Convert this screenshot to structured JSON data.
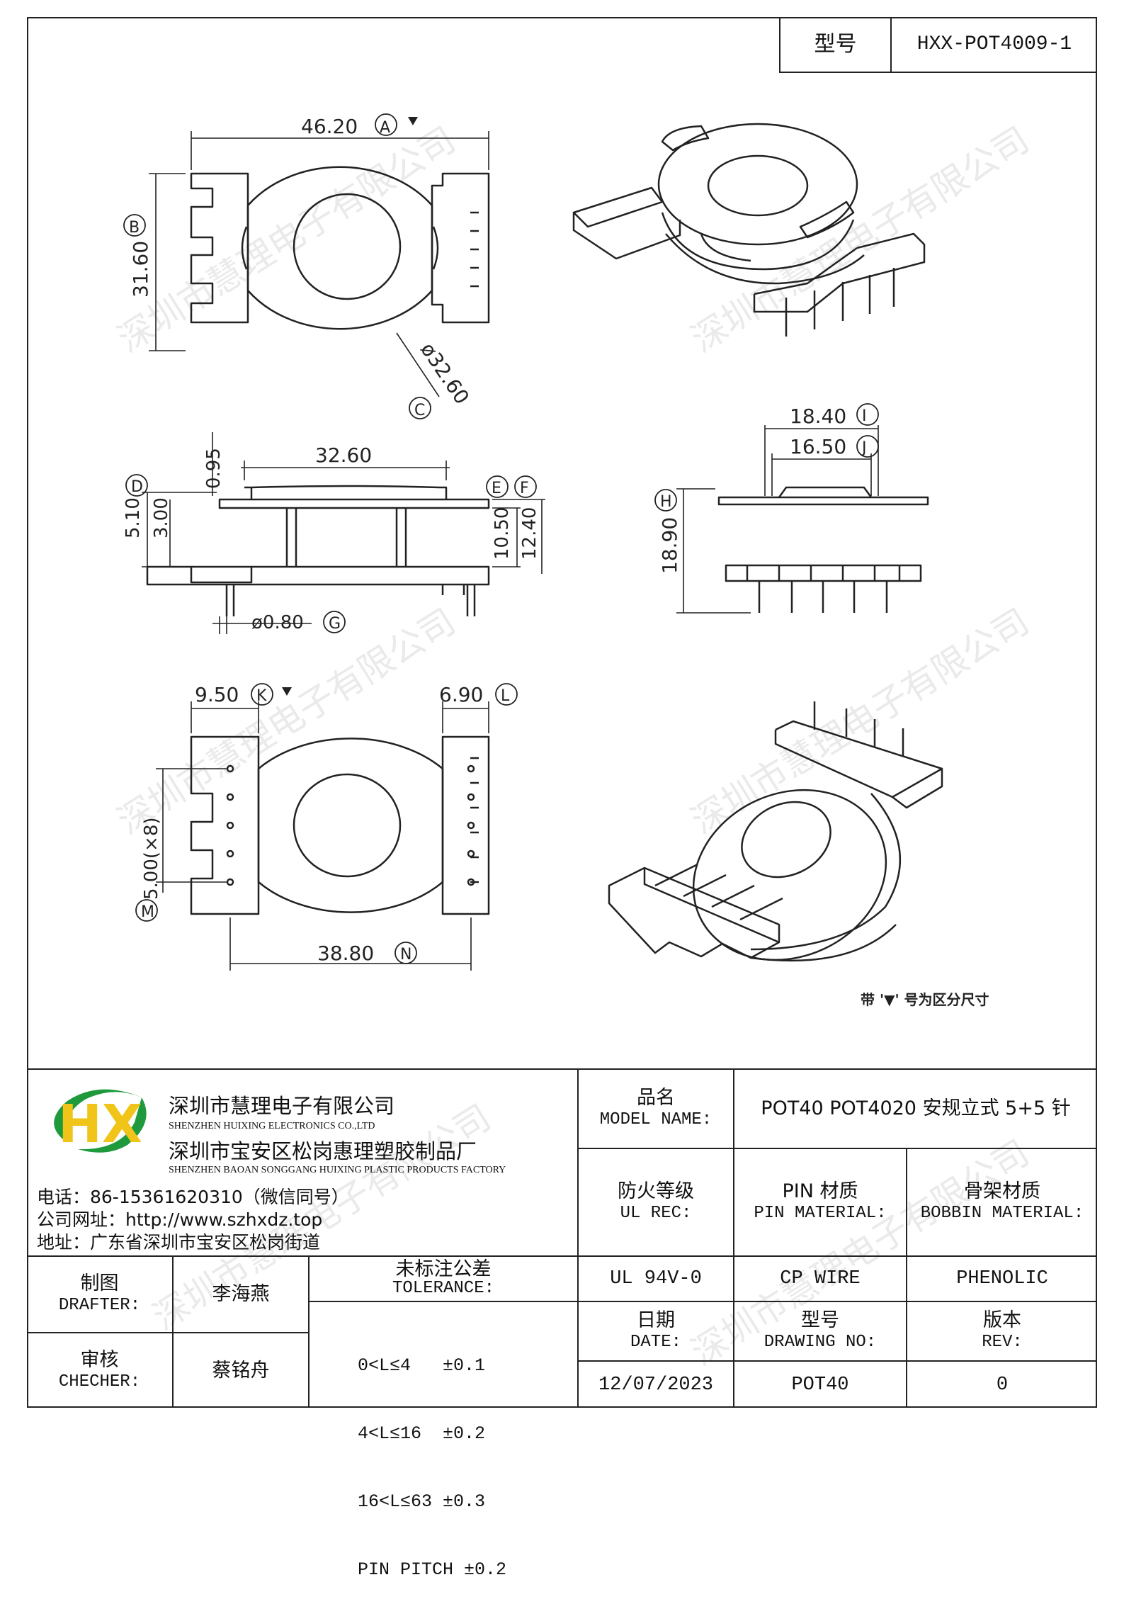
{
  "header": {
    "model_label": "型号",
    "model_value": "HXX-POT4009-1"
  },
  "dimensions": {
    "A": "46.20",
    "B": "31.60",
    "C": "ø32.60",
    "D": "5.10",
    "d_inner": "3.00",
    "top_flange": "0.95",
    "core": "32.60",
    "E": "10.50",
    "F": "12.40",
    "G": "ø0.80",
    "H": "18.90",
    "I": "18.40",
    "J": "16.50",
    "K": "9.50",
    "L": "6.90",
    "M": "5.00(×8)",
    "N": "38.80"
  },
  "letters": {
    "A": "A",
    "B": "B",
    "C": "C",
    "D": "D",
    "E": "E",
    "F": "F",
    "G": "G",
    "H": "H",
    "I": "I",
    "J": "J",
    "K": "K",
    "L": "L",
    "M": "M",
    "N": "N"
  },
  "note": "带 '▼' 号为区分尺寸",
  "watermark": "深圳市慧理电子有限公司",
  "company": {
    "name_cn": "深圳市慧理电子有限公司",
    "name_en": "SHENZHEN HUIXING ELECTRONICS CO.,LTD",
    "factory_cn": "深圳市宝安区松岗惠理塑胶制品厂",
    "factory_en": "SHENZHEN BAOAN SONGGANG HUIXING PLASTIC PRODUCTS FACTORY",
    "phone": "电话：86-15361620310（微信同号）",
    "website": "公司网址：http://www.szhxdz.top",
    "address": "地址：广东省深圳市宝安区松岗街道",
    "logo_text": "HX",
    "colors": {
      "green": "#1e9a3c",
      "yellow": "#f0c419",
      "blue": "#1c6fb5"
    }
  },
  "title_block": {
    "model_name_cn": "品名",
    "model_name_en": "MODEL NAME:",
    "model_name_value": "POT40 POT4020 安规立式 5+5 针",
    "ul_cn": "防火等级",
    "ul_en": "UL REC:",
    "ul_value": "UL 94V-0",
    "pin_cn": "PIN 材质",
    "pin_en": "PIN MATERIAL:",
    "pin_value": "CP WIRE",
    "bobbin_cn": "骨架材质",
    "bobbin_en": "BOBBIN MATERIAL:",
    "bobbin_value": "PHENOLIC",
    "drafter_cn": "制图",
    "drafter_en": "DRAFTER:",
    "drafter_value": "李海燕",
    "checker_cn": "审核",
    "checker_en": "CHECHER:",
    "checker_value": "蔡铭舟",
    "tol_cn": "未标注公差",
    "tol_en": "TOLERANCE:",
    "tol_lines": [
      "0<L≤4   ±0.1",
      "4<L≤16  ±0.2",
      "16<L≤63 ±0.3",
      "PIN PITCH ±0.2"
    ],
    "date_cn": "日期",
    "date_en": "DATE:",
    "date_value": "12/07/2023",
    "dwg_cn": "型号",
    "dwg_en": "DRAWING NO:",
    "dwg_value": "POT40",
    "rev_cn": "版本",
    "rev_en": "REV:",
    "rev_value": "0"
  }
}
